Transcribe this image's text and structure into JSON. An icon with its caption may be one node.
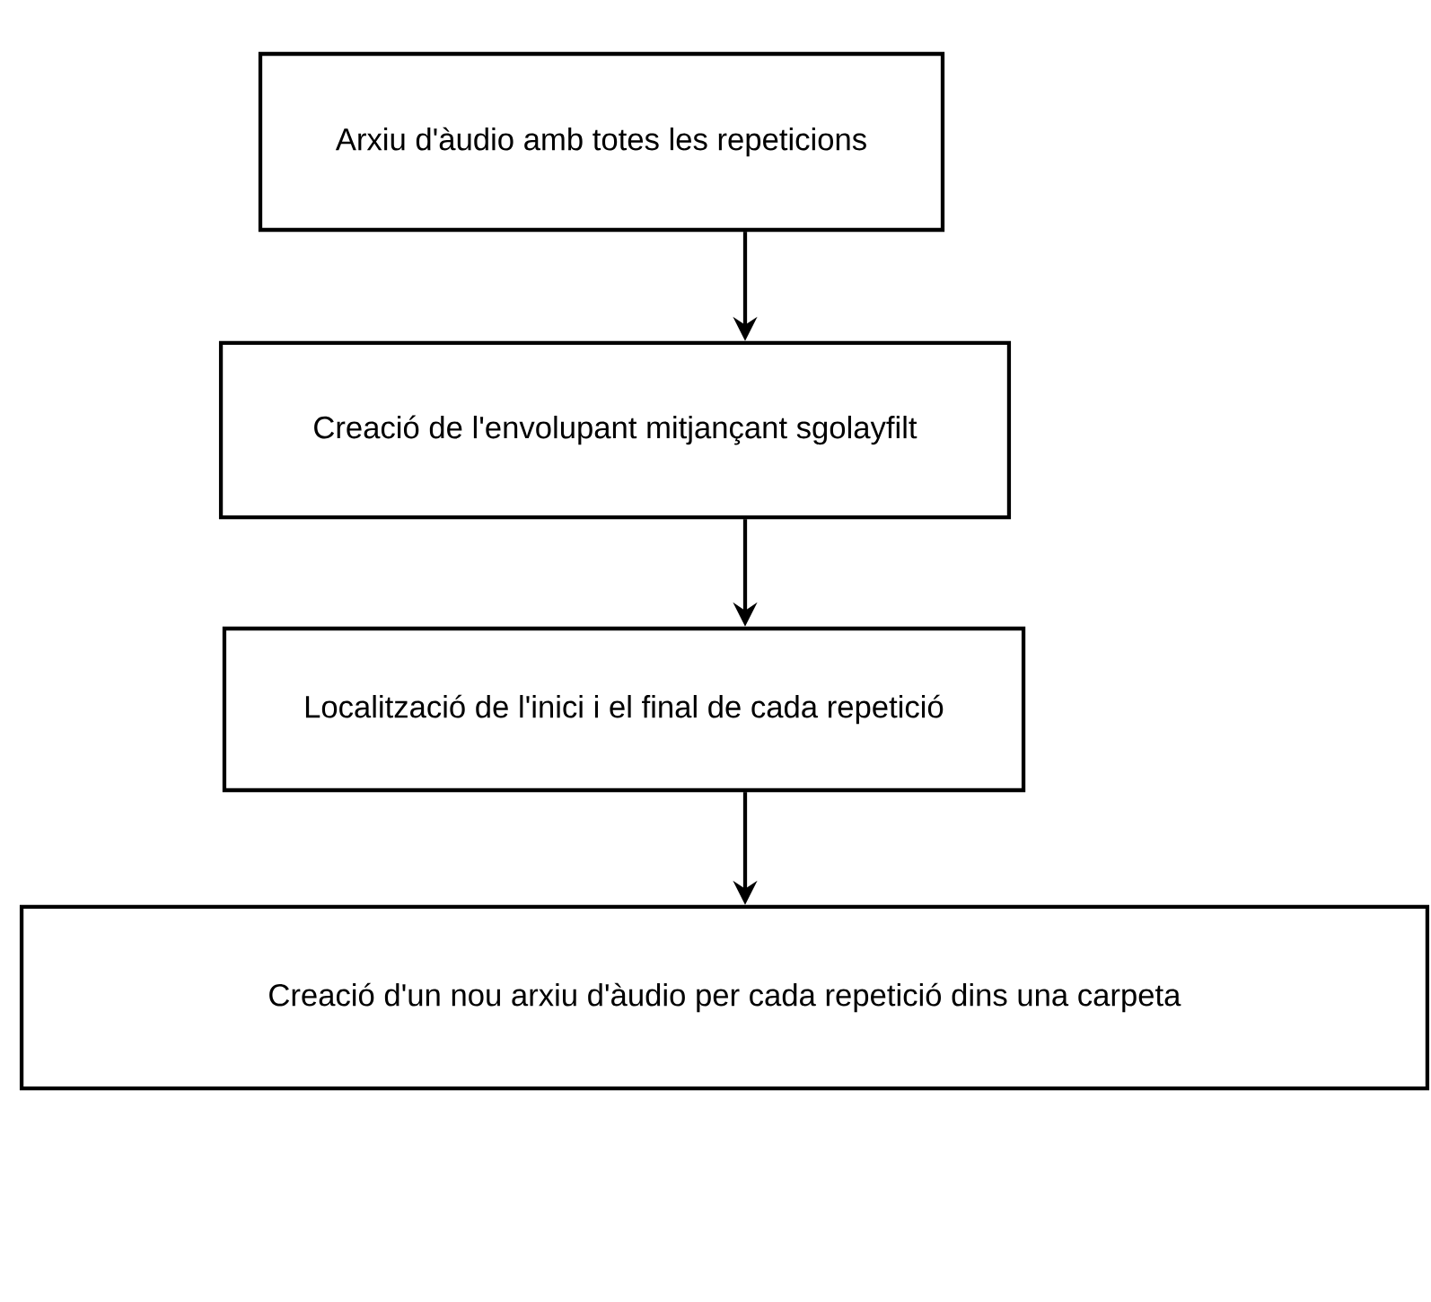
{
  "diagram": {
    "nodes": [
      {
        "text": [
          "Arxiu d'àudio amb totes les repeticions"
        ]
      },
      {
        "text": [
          "Creació de l'envolupant mitjançant sgolayfilt"
        ]
      },
      {
        "text": [
          "Localització de l'inici i el final de cada repetició"
        ]
      },
      {
        "text": [
          "Creació d'un nou arxiu d'àudio per cada repetició dins una carpeta"
        ]
      }
    ],
    "edges": [
      {
        "from": 0,
        "to": 1,
        "arrow": "to"
      },
      {
        "from": 1,
        "to": 2,
        "arrow": "to"
      },
      {
        "from": 2,
        "to": 3,
        "arrow": "to"
      }
    ]
  }
}
